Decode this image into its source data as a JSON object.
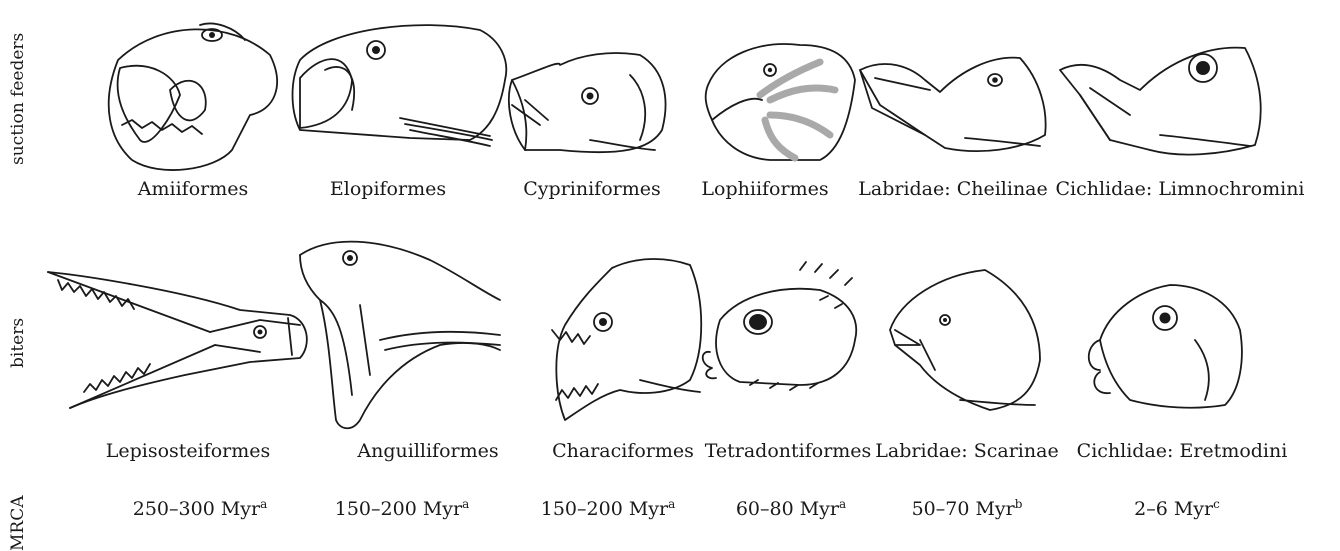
{
  "row_labels": {
    "suction": "suction feeders",
    "biters": "biters",
    "mrca": "MRCA"
  },
  "suction_feeders": [
    {
      "name": "Amiiformes"
    },
    {
      "name": "Elopiformes"
    },
    {
      "name": "Cypriniformes"
    },
    {
      "name": "Lophiiformes"
    },
    {
      "name": "Labridae: Cheilinae"
    },
    {
      "name": "Cichlidae: Limnochromini"
    }
  ],
  "biters": [
    {
      "name": "Lepisosteiformes"
    },
    {
      "name": "Anguilliformes"
    },
    {
      "name": "Characiformes"
    },
    {
      "name": "Tetradontiformes"
    },
    {
      "name": "Labridae: Scarinae"
    },
    {
      "name": "Cichlidae: Eretmodini"
    }
  ],
  "mrca_ages": [
    {
      "value": "250–300 Myr",
      "note": "a"
    },
    {
      "value": "150–200 Myr",
      "note": "a"
    },
    {
      "value": "150–200 Myr",
      "note": "a"
    },
    {
      "value": "60–80 Myr",
      "note": "a"
    },
    {
      "value": "50–70 Myr",
      "note": "b"
    },
    {
      "value": "2–6 Myr",
      "note": "c"
    }
  ]
}
